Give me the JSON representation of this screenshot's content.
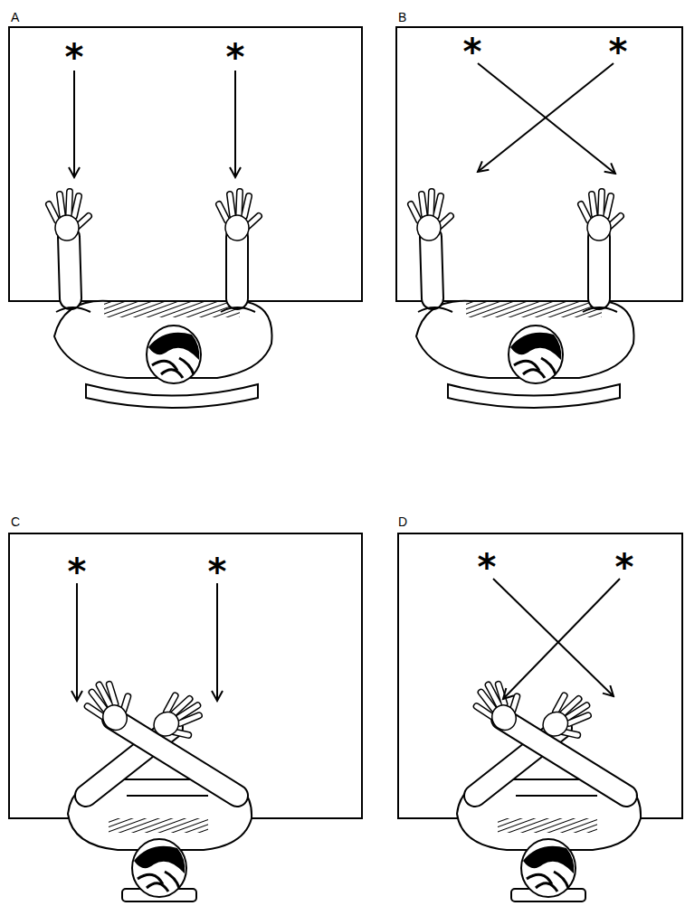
{
  "diagram": {
    "labels": [
      "A",
      "*",
      "*",
      "B",
      "*",
      "*",
      "C",
      "*",
      "*",
      "D",
      "*",
      "*"
    ]
  }
}
